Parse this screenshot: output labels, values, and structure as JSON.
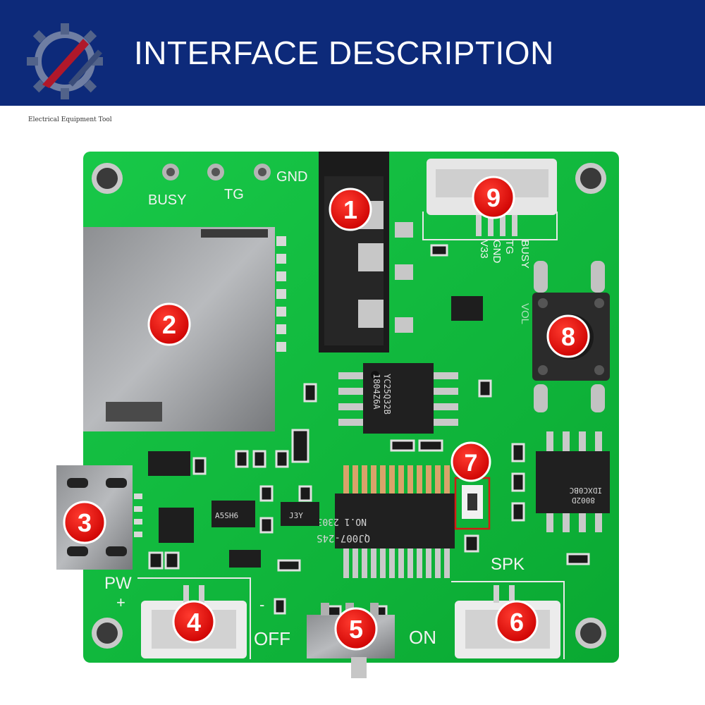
{
  "header": {
    "title": "INTERFACE DESCRIPTION",
    "logo_caption": "Electrical Equipment Tool",
    "colors": {
      "banner": "#0d2a7a",
      "title": "#ffffff"
    }
  },
  "board": {
    "pad_labels": [
      "BUSY",
      "TG",
      "GND"
    ],
    "header9_pins": [
      "BUSY",
      "TG",
      "GND",
      "V33"
    ],
    "labels": {
      "pw": "PW",
      "plus": "+",
      "minus": "-",
      "off": "OFF",
      "on": "ON",
      "spk": "SPK",
      "vol": "VOL"
    },
    "chips": {
      "u1_line1": "YC25Q32B",
      "u1_line2": "1804Z6A",
      "u2_line1": "NO.1   2303",
      "u2_line2": "QJ007-24S",
      "u3_line1": "IDXC0BC",
      "u3_line2": "8002D",
      "small_a": "A5SH6",
      "small_b": "J3Y"
    },
    "colors": {
      "pcb": "#0fb83a",
      "badge": "#e10b0b",
      "badge_border": "#ffffff"
    }
  },
  "callouts": [
    {
      "num": "1",
      "target": "audio jack"
    },
    {
      "num": "2",
      "target": "TF card slot"
    },
    {
      "num": "3",
      "target": "micro USB"
    },
    {
      "num": "4",
      "target": "power connector"
    },
    {
      "num": "5",
      "target": "power switch"
    },
    {
      "num": "6",
      "target": "speaker connector"
    },
    {
      "num": "7",
      "target": "LED"
    },
    {
      "num": "8",
      "target": "button"
    },
    {
      "num": "9",
      "target": "4-pin header"
    }
  ]
}
